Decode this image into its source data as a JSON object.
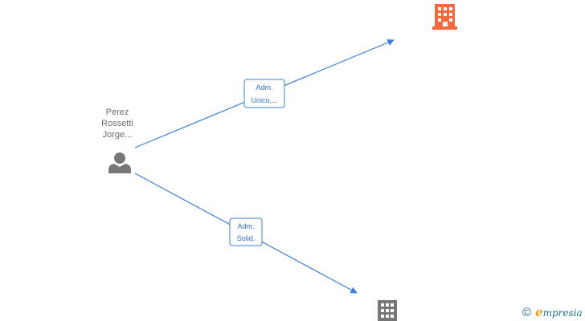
{
  "person": {
    "name_lines": [
      "Perez",
      "Rossetti",
      "Jorge..."
    ],
    "icon": "person-icon"
  },
  "companies": [
    {
      "icon": "building-icon",
      "color": "#f26a3d"
    },
    {
      "icon": "building-icon",
      "color": "#777777"
    }
  ],
  "relations": [
    {
      "label_lines": [
        "Adm.",
        "Unico,..."
      ]
    },
    {
      "label_lines": [
        "Adm.",
        "Solid."
      ]
    }
  ],
  "colors": {
    "edge": "#3d7fd6",
    "label_border": "#3d7fd6",
    "label_text": "#2f6fc9",
    "person": "#777777"
  },
  "footer": {
    "copyright_symbol": "©",
    "brand_initial": "e",
    "brand_rest": "mpresia"
  }
}
